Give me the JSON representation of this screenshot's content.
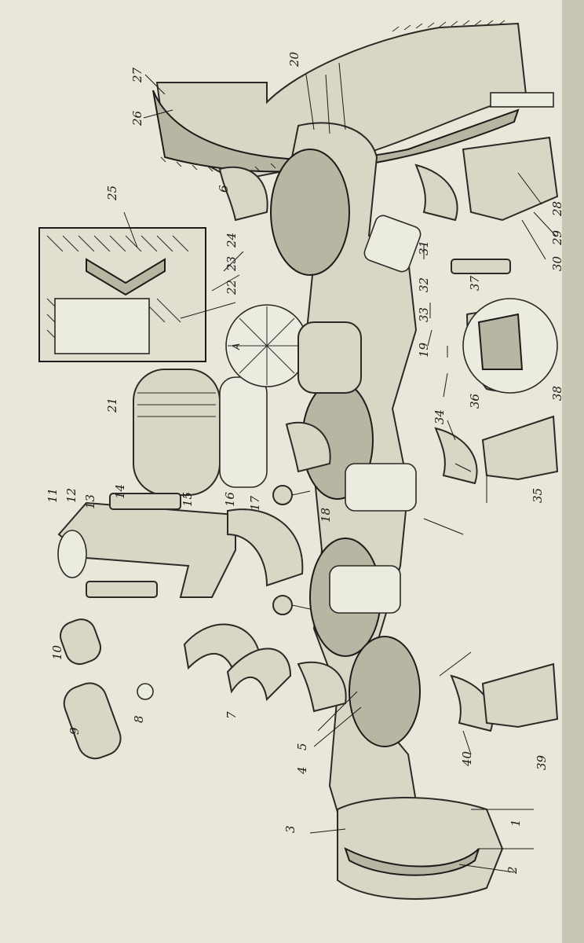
{
  "figure": {
    "callouts": [
      "1",
      "2",
      "3",
      "4",
      "5",
      "6",
      "7",
      "8",
      "9",
      "10",
      "11",
      "12",
      "13",
      "14",
      "15",
      "16",
      "17",
      "18",
      "19",
      "20",
      "21",
      "22",
      "23",
      "24",
      "25",
      "26",
      "27",
      "28",
      "29",
      "30",
      "31",
      "32",
      "33",
      "34",
      "35",
      "36",
      "37",
      "38",
      "39",
      "40"
    ],
    "inset_label": "A"
  },
  "colors": {
    "paper": "#e9e7d9",
    "ink": "#1c1c1a",
    "metal_fill": "#d9d6c6",
    "shadow_fill": "#b9b5a3"
  }
}
